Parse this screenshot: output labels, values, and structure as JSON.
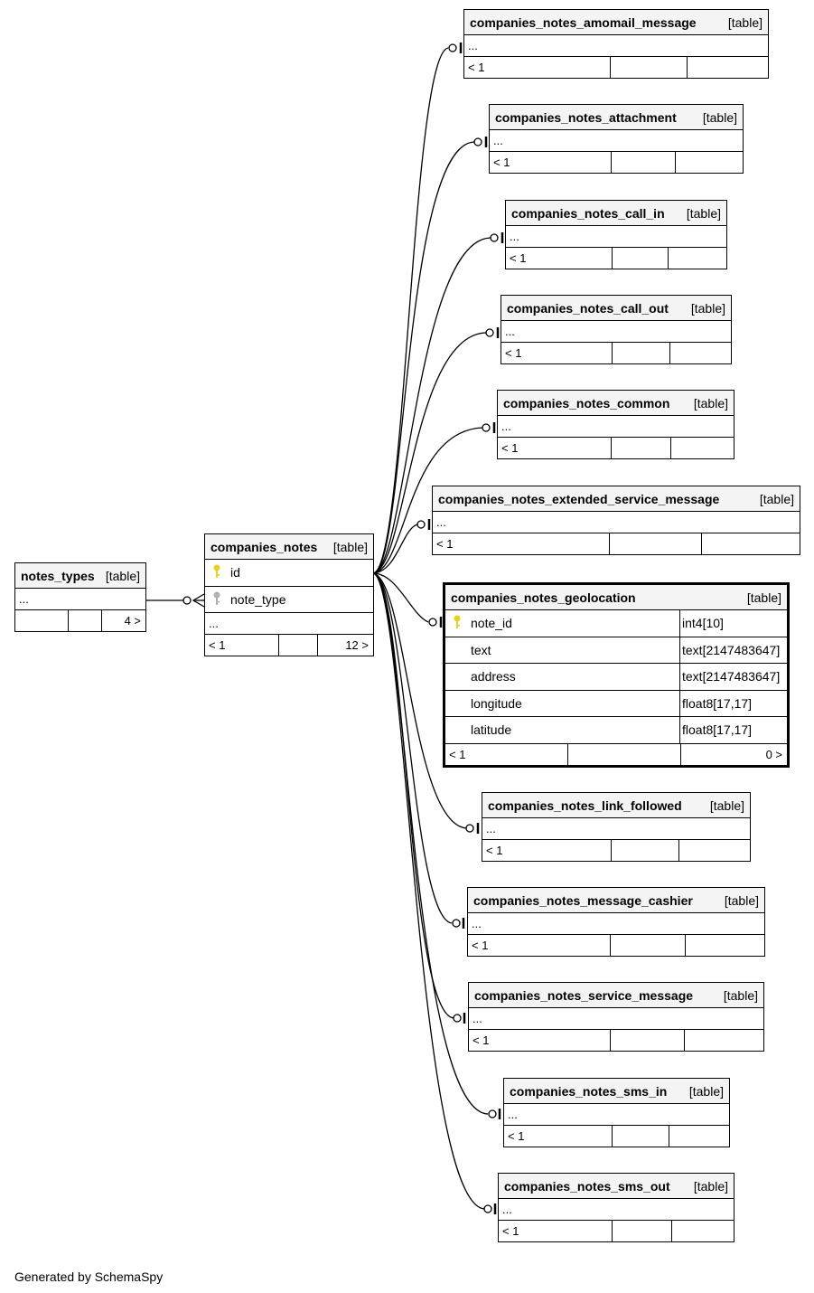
{
  "diagram": {
    "generated_by": "Generated by SchemaSpy",
    "type_label": "[table]",
    "ellipsis": "...",
    "footer_lt": "< 1",
    "notes_types": {
      "name": "notes_types",
      "footer_right": "4 >"
    },
    "companies_notes": {
      "name": "companies_notes",
      "columns": [
        {
          "name": "id",
          "key": "primary"
        },
        {
          "name": "note_type",
          "key": "foreign"
        }
      ],
      "footer_right": "12 >"
    },
    "children": [
      {
        "name": "companies_notes_amomail_message"
      },
      {
        "name": "companies_notes_attachment"
      },
      {
        "name": "companies_notes_call_in"
      },
      {
        "name": "companies_notes_call_out"
      },
      {
        "name": "companies_notes_common"
      },
      {
        "name": "companies_notes_extended_service_message"
      },
      {
        "name": "companies_notes_link_followed"
      },
      {
        "name": "companies_notes_message_cashier"
      },
      {
        "name": "companies_notes_service_message"
      },
      {
        "name": "companies_notes_sms_in"
      },
      {
        "name": "companies_notes_sms_out"
      }
    ],
    "geolocation": {
      "name": "companies_notes_geolocation",
      "columns": [
        {
          "name": "note_id",
          "type": "int4[10]",
          "key": "primary"
        },
        {
          "name": "text",
          "type": "text[2147483647]"
        },
        {
          "name": "address",
          "type": "text[2147483647]"
        },
        {
          "name": "longitude",
          "type": "float8[17,17]"
        },
        {
          "name": "latitude",
          "type": "float8[17,17]"
        }
      ],
      "footer_right": "0 >"
    },
    "colors": {
      "header_bg": "#f4f4f4",
      "line": "#000000",
      "primary_key": "#e8d21a",
      "foreign_key": "#b0b0b0"
    }
  }
}
